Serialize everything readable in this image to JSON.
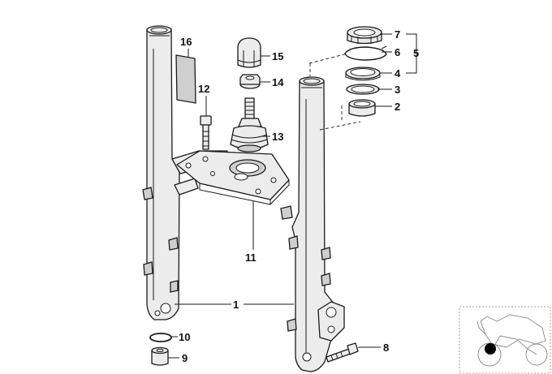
{
  "callouts": {
    "c1": "1",
    "c2": "2",
    "c3": "3",
    "c4": "4",
    "c5": "5",
    "c6": "6",
    "c7": "7",
    "c8": "8",
    "c9": "9",
    "c10": "10",
    "c11": "11",
    "c12": "12",
    "c13": "13",
    "c14": "14",
    "c15": "15",
    "c16": "16"
  },
  "colors": {
    "line": "#1a1a1a",
    "part_fill": "#ececec",
    "locator_marker": "#000000"
  }
}
